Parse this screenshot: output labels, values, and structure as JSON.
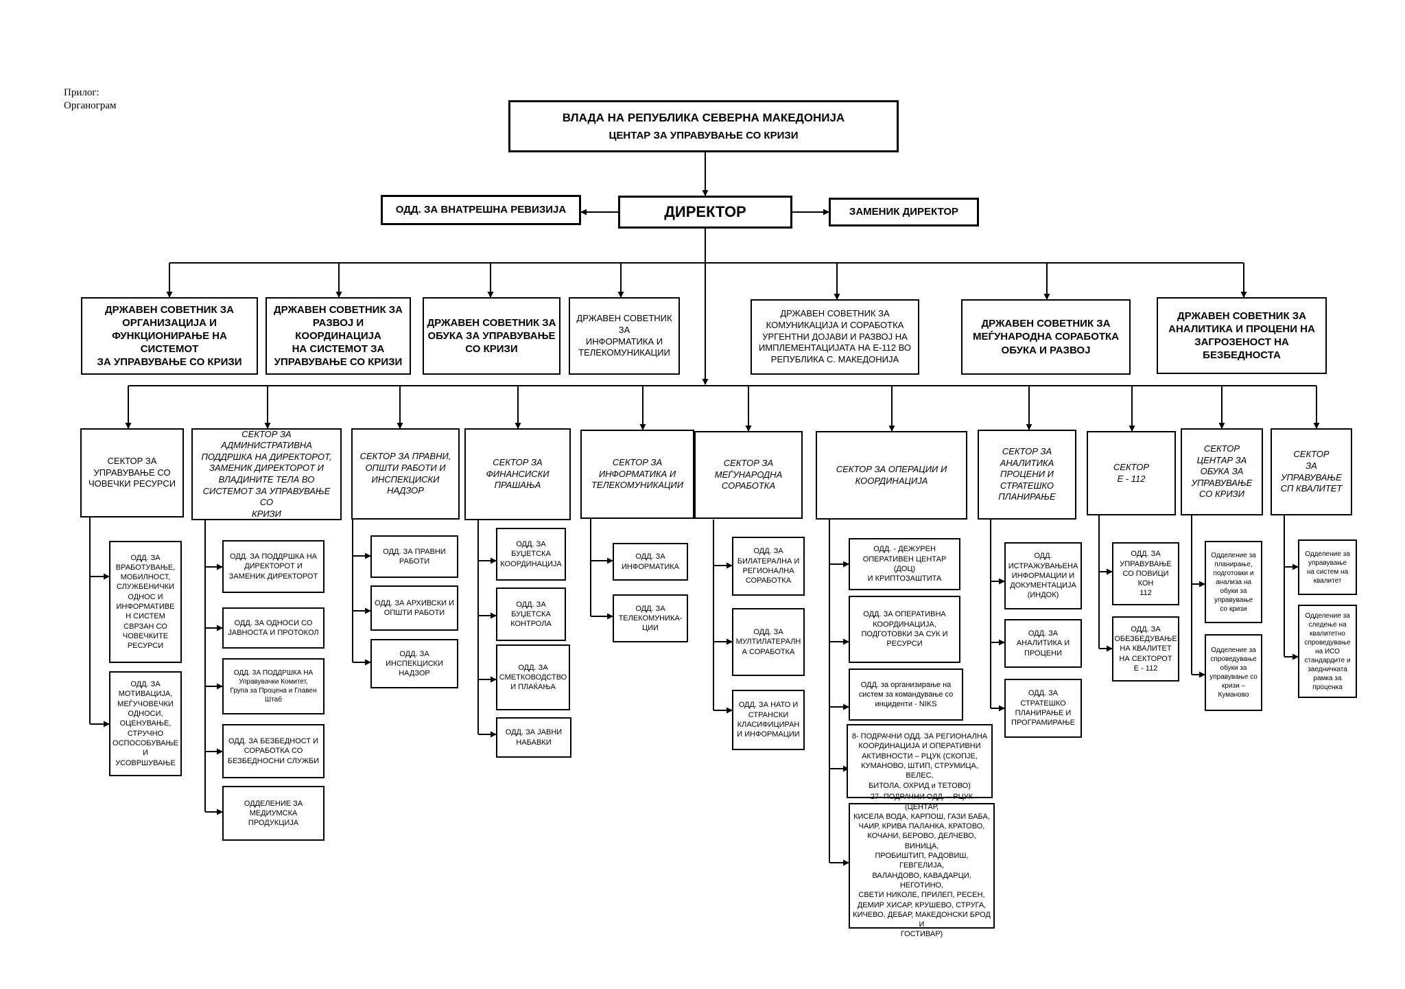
{
  "attachment": {
    "line1": "Прилог:",
    "line2": "Органограм"
  },
  "header": {
    "line1": "ВЛАДА НА РЕПУБЛИКА СЕВЕРНА МАКЕДОНИЈА",
    "line2": "ЦЕНТАР ЗА УПРАВУВАЊЕ СО КРИЗИ"
  },
  "director": "ДИРЕКТОР",
  "internal_audit": "ОДД. ЗА ВНАТРЕШНА РЕВИЗИЈА",
  "deputy_director": "ЗАМЕНИК ДИРЕКТОР",
  "advisors": [
    "ДРЖАВЕН СОВЕТНИК ЗА\nОРГАНИЗАЦИЈА И\nФУНКЦИОНИРАЊЕ НА СИСТЕМОТ\nЗА УПРАВУВАЊЕ СО КРИЗИ",
    "ДРЖАВЕН СОВЕТНИК ЗА\nРАЗВОЈ И КООРДИНАЦИЈА\nНА СИСТЕМОТ ЗА\nУПРАВУВАЊЕ СО КРИЗИ",
    "ДРЖАВЕН СОВЕТНИК  ЗА\nОБУКА ЗА УПРАВУВАЊЕ\nСО  КРИЗИ",
    "ДРЖАВЕН СОВЕТНИК\nЗА\nИНФОРМАТИКА И\nТЕЛЕКОМУНИКАЦИИ",
    "ДРЖАВЕН СОВЕТНИК  ЗА\nКОМУНИКАЦИЈА И СОРАБОТКА\nУРГЕНТНИ ДОЈАВИ И РАЗВОЈ НА\nИМПЛЕМЕНТАЦИЈАТА НА Е-112 ВО\nРЕПУБЛИКА С. МАКЕДОНИЈА",
    "ДРЖАВЕН СОВЕТНИК ЗА\nМЕЃУНАРОДНА СОРАБОТКА\nОБУКА И РАЗВОЈ",
    "ДРЖАВЕН СОВЕТНИК ЗА\nАНАЛИТИКА И ПРОЦЕНИ НА\nЗАГРОЗЕНОСТ НА\nБЕЗБЕДНОСТА"
  ],
  "sectors": [
    {
      "name": "СЕКТОР ЗА\nУПРАВУВАЊЕ СО\nЧОВЕЧКИ РЕСУРСИ",
      "units": [
        "ОДД. ЗА\nВРАБОТУВАЊЕ,\nМОБИЛНОСТ,\nСЛУЖБЕНИЧКИ\nОДНОС И\nИНФОРМАТИВЕ\nН СИСТЕМ\nСВРЗАН СО\nЧОВЕЧКИТЕ\nРЕСУРСИ",
        "ОДД. ЗА\nМОТИВАЦИЈА,\nМЕЃУЧОВЕЧКИ\nОДНОСИ,\nОЦЕНУВАЊЕ,\nСТРУЧНО\nОСПОСОБУВАЊЕ\nИ\nУСОВРШУВАЊЕ"
      ]
    },
    {
      "name": "СЕКТОР ЗА АДМИНИСТРАТИВНА\nПОДДРШКА  НА ДИРЕКТОРОТ,\nЗАМЕНИК ДИРЕКТОРОТ И\nВЛАДИНИТЕ ТЕЛА  ВО\nСИСТЕМОТ ЗА УПРАВУВАЊЕ СО\nКРИЗИ",
      "units": [
        "ОДД. ЗА ПОДДРШКА НА\nДИРЕКТОРОТ И\nЗАМЕНИК ДИРЕКТОРОТ",
        "ОДД. ЗА ОДНОСИ СО\nЈАВНОСТА И ПРОТОКОЛ",
        "ОДД. ЗА  ПОДДРШКА НА\nУправувачки Комитет,\nГрупа за Процена и Главен\nШтаб",
        "ОДД. ЗА БЕЗБЕДНОСТ И\nСОРАБОТКА СО\nБЕЗБЕДНОСНИ СЛУЖБИ",
        "ОДДЕЛЕНИЕ ЗА\nМЕДИУМСКА\nПРОДУКЦИЈА"
      ]
    },
    {
      "name": "СЕКТОР ЗА ПРАВНИ,\nОПШТИ РАБОТИ И\nИНСПЕКЦИСКИ\nНАДЗОР",
      "units": [
        "ОДД. ЗА ПРАВНИ\nРАБОТИ",
        "ОДД. ЗА АРХИВСКИ И\nОПШТИ РАБОТИ",
        "ОДД. ЗА\nИНСПЕКЦИСКИ\nНАДЗОР"
      ]
    },
    {
      "name": "СЕКТОР ЗА\nФИНАНСИСКИ\nПРАШАЊА",
      "units": [
        "ОДД. ЗА\nБУЏЕТСКА\nКООРДИНАЦИЈА",
        "ОДД. ЗА\nБУЏЕТСКА\nКОНТРОЛА",
        "ОДД. ЗА\nСМЕТКОВОДСТВО\nИ ПЛАЌАЊА",
        "ОДД. ЗА ЈАВНИ\nНАБАВКИ"
      ]
    },
    {
      "name": "СЕКТОР ЗА\nИНФОРМАТИКА И\nТЕЛЕКОМУНИКАЦИИ",
      "units": [
        "ОДД. ЗА\nИНФОРМАТИКА",
        "ОДД. ЗА\nТЕЛЕКОМУНИКА-\nЦИИ"
      ]
    },
    {
      "name": "СЕКТОР ЗА\nМЕЃУНАРОДНА\nСОРАБОТКА",
      "units": [
        "ОДД. ЗА\nБИЛАТЕРАЛНА И\nРЕГИОНАЛНА\nСОРАБОТКА",
        "ОДД. ЗА\nМУЛТИЛАТЕРАЛН\nА СОРАБОТКА",
        "ОДД. ЗА НАТО И\nСТРАНСКИ\nКЛАСИФИЦИРАН\nИ ИНФОРМАЦИИ"
      ]
    },
    {
      "name": "СЕКТОР  ЗА ОПЕРАЦИИ И\nКООРДИНАЦИЈА",
      "units": [
        "ОДД. - ДЕЖУРЕН\nОПЕРАТИВЕН ЦЕНТАР (ДОЦ)\nИ КРИПТОЗАШТИТА",
        "ОДД. ЗА ОПЕРАТИВНА\nКООРДИНАЦИЈА,\nПОДГОТОВКИ ЗА СУК И\nРЕСУРСИ",
        "ОДД. за организирање на\nсистем за командување со\nинциденти - NIKS",
        "8- ПОДРАЧНИ ОДД. ЗА РЕГИОНАЛНА\nКООРДИНАЦИЈА И ОПЕРАТИВНИ\nАКТИВНОСТИ – РЦУК (СКОПЈЕ,\nКУМАНОВО, ШТИП, СТРУМИЦА, ВЕЛЕС,\nБИТОЛА, ОХРИД и ТЕТОВО)",
        "27- ПОДРАЧНИ ОДД. – РЦУК (ЦЕНТАР,\nКИСЕЛА ВОДА, КАРПОШ, ГАЗИ БАБА,\nЧАИР, КРИВА ПАЛАНКА, КРАТОВО,\nКОЧАНИ, БЕРОВО, ДЕЛЧЕВО, ВИНИЦА,\nПРОБИШТИП, РАДОВИШ, ГЕВГЕЛИЈА,\nВАЛАНДОВО, КАВАДАРЦИ, НЕГОТИНО,\nСВЕТИ НИКОЛЕ, ПРИЛЕП, РЕСЕН,\nДЕМИР ХИСАР, КРУШЕВО, СТРУГА,\nКИЧЕВО, ДЕБАР, МАКЕДОНСКИ БРОД И\nГОСТИВАР)"
      ]
    },
    {
      "name": "СЕКТОР ЗА\nАНАЛИТИКА\nПРОЦЕНИ И\nСТРАТЕШКО\nПЛАНИРАЊЕ",
      "units": [
        "ОДД.\nИСТРАЖУВАЊЕНА\nИНФОРМАЦИИ И\nДОКУМЕНТАЦИЈА\n(ИНДОК)",
        "ОДД. ЗА\nАНАЛИТИКА И\nПРОЦЕНИ",
        "ОДД. ЗА\nСТРАТЕШКО\nПЛАНИРАЊЕ И\nПРОГРАМИРАЊЕ"
      ]
    },
    {
      "name": "СЕКТОР\nЕ - 112",
      "units": [
        "ОДД. ЗА\nУПРАВУВАЊЕ\nСО ПОВИЦИ КОН\n112",
        "ОДД. ЗА\nОБЕЗБЕДУВАЊЕ\nНА КВАЛИТЕТ\nНА СЕКТОРОТ\nЕ - 112"
      ]
    },
    {
      "name": "СЕКТОР\nЦЕНТАР ЗА\nОБУКА ЗА\nУПРАВУВАЊЕ\nСО КРИЗИ",
      "units": [
        "Одделение за\nпланирање,\nподготовки и\nанализа на\nобуки за\nуправување\nсо кризи",
        "Одделение за\nспроведување\nобуки за\nуправување со\nкризи –\nКуманово"
      ]
    },
    {
      "name": "СЕКТОР\nЗА\nУПРАВУВАЊЕ\nСП КВАЛИТЕТ",
      "units": [
        "Одделение за\nуправување\nна систем на\nквалитет",
        "Одделение за\nследење на\nквалитетно\nспроведување\nна ИСО\nстандардите и\nзаедничката\nрамка за\nпроценка"
      ]
    }
  ]
}
